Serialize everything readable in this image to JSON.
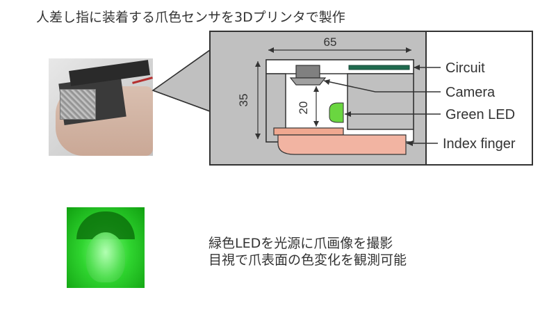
{
  "title": "人差し指に装着する爪色センサを3Dプリンタで製作",
  "dimensions": {
    "width": "65",
    "height": "35",
    "gap": "20"
  },
  "labels": {
    "circuit": "Circuit",
    "camera": "Camera",
    "green_led": "Green LED",
    "index_finger": "Index finger"
  },
  "caption": {
    "line1": "緑色LEDを光源に爪画像を撮影",
    "line2": "目視で爪表面の色変化を観測可能"
  },
  "colors": {
    "housing_gray": "#c0c0c0",
    "circuit_green": "#1f6b4f",
    "led_green": "#6ad640",
    "finger_pink": "#f2b4a2",
    "nail_pink": "#f0a890"
  }
}
